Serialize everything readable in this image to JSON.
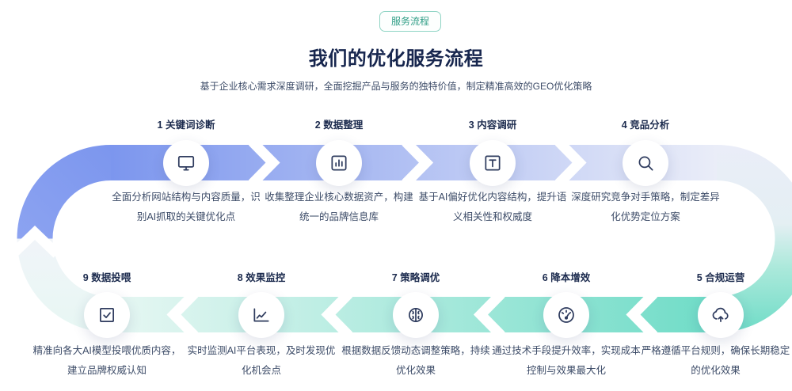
{
  "page": {
    "badge": "服务流程",
    "title": "我们的优化服务流程",
    "subtitle": "基于企业核心需求深度调研，全面挖掘产品与服务的独特价值，制定精准高效的GEO优化策略"
  },
  "colors": {
    "badge_green": "#2E9D85",
    "badge_border": "#8FD4C4",
    "title_navy": "#17264E",
    "text_body": "#3D4C68",
    "icon_navy": "#2E3B5E",
    "ribbon_blue": "#7C96EE",
    "ribbon_blue_faint": "#EAEDF8",
    "ribbon_teal": "#6FDCC7",
    "ribbon_teal_faint": "#E7F7F3",
    "curve_mix_1": "#E4EFF3",
    "curve_mix_2": "#ACE9DB",
    "left_curve_top": "#8CA3F1",
    "left_curve_faint": "#F1F4F9"
  },
  "steps_top": [
    {
      "num": "1",
      "label": "关键词诊断",
      "icon": "monitor-icon",
      "desc": "全面分析网站结构与内容质量，识别AI抓取的关键优化点"
    },
    {
      "num": "2",
      "label": "数据整理",
      "icon": "bar-chart-icon",
      "desc": "收集整理企业核心数据资产，构建统一的品牌信息库"
    },
    {
      "num": "3",
      "label": "内容调研",
      "icon": "text-icon",
      "desc": "基于AI偏好优化内容结构，提升语义相关性和权威度"
    },
    {
      "num": "4",
      "label": "竞品分析",
      "icon": "search-icon",
      "desc": "深度研究竞争对手策略，制定差异化优势定位方案"
    }
  ],
  "steps_bottom": [
    {
      "num": "9",
      "label": "数据投喂",
      "icon": "checkbox-icon",
      "desc": "精准向各大AI模型投喂优质内容，建立品牌权威认知"
    },
    {
      "num": "8",
      "label": "效果监控",
      "icon": "line-chart-icon",
      "desc": "实时监测AI平台表现，及时发现优化机会点"
    },
    {
      "num": "7",
      "label": "策略调优",
      "icon": "brain-icon",
      "desc": "根据数据反馈动态调整策略，持续优化效果"
    },
    {
      "num": "6",
      "label": "降本增效",
      "icon": "gauge-icon",
      "desc": "通过技术手段提升效率，实现成本控制与效果最大化"
    },
    {
      "num": "5",
      "label": "合规运营",
      "icon": "cloud-upload-icon",
      "desc": "严格遵循平台规则，确保长期稳定的优化效果"
    }
  ]
}
